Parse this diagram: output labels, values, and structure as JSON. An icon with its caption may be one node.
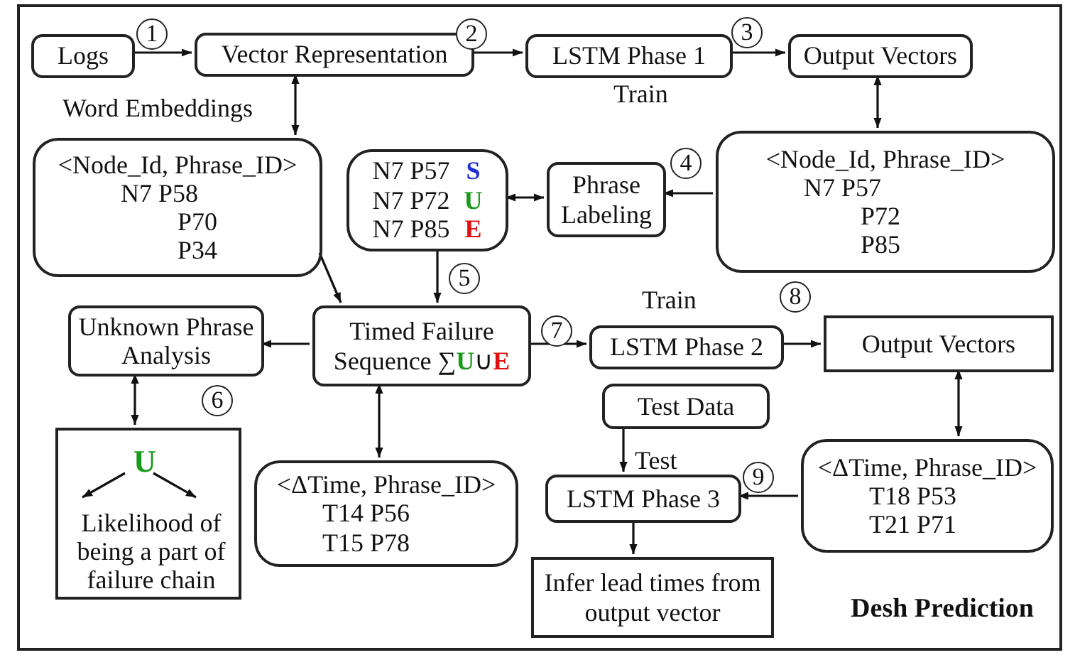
{
  "diagram": {
    "nodes": [
      {
        "text": [
          "Desh Prediction"
        ]
      },
      {
        "text": [
          "Logs"
        ],
        "in": 0
      },
      {
        "text": [
          "Vector Representation"
        ],
        "in": 0
      },
      {
        "text": [
          "LSTM Phase 1"
        ],
        "in": 0
      },
      {
        "text": [
          "Output Vectors"
        ],
        "in": 0
      },
      {
        "text": [
          "<Node_Id, Phrase_ID>",
          "N7 P58",
          "P70",
          "P34"
        ],
        "in": 0
      },
      {
        "text": [
          "N7 P57",
          "S",
          "N7 P72",
          "U",
          "N7 P85",
          "E"
        ],
        "in": 0
      },
      {
        "text": [
          "Phrase Labeling"
        ],
        "in": 0
      },
      {
        "text": [
          "<Node_Id, Phrase_ID>",
          "N7 P57",
          "P72",
          "P85"
        ],
        "in": 0
      },
      {
        "text": [
          "Unknown Phrase Analysis"
        ],
        "in": 0
      },
      {
        "text": [
          "Timed Failure Sequence ∑**U**∪**E**"
        ],
        "in": 0
      },
      {
        "text": [],
        "shape": "box",
        "in": 0
      },
      {
        "text": [
          "U"
        ],
        "in": 11
      },
      {
        "text": [
          "Likelihood of being a part of failure chain"
        ],
        "in": 11
      },
      {
        "text": [
          "<ΔTime, Phrase_ID>",
          "T14 P56",
          "T15 P78"
        ],
        "in": 0
      },
      {
        "text": [
          "LSTM Phase 2"
        ],
        "in": 0
      },
      {
        "text": [
          "Output Vectors"
        ],
        "in": 0
      },
      {
        "text": [
          "Test Data"
        ],
        "in": 0
      },
      {
        "text": [
          "LSTM Phase 3"
        ],
        "in": 0
      },
      {
        "text": [
          "<ΔTime, Phrase_ID>",
          "T18 P53",
          "T21 P71"
        ],
        "in": 0
      },
      {
        "text": [
          "Infer lead times from output vector"
        ],
        "in": 0
      }
    ],
    "edges": [
      {
        "from": 1,
        "to": 2,
        "arrow": "to",
        "label": "1"
      },
      {
        "from": 2,
        "to": 3,
        "arrow": "to",
        "label": "2"
      },
      {
        "from": 3,
        "to": 4,
        "arrow": "to",
        "label": "3"
      },
      {
        "from": 4,
        "to": 8,
        "arrow": "both"
      },
      {
        "from": 8,
        "to": 7,
        "arrow": "to",
        "label": "4"
      },
      {
        "from": 6,
        "to": 7,
        "arrow": "both"
      },
      {
        "from": 2,
        "to": 5,
        "arrow": "both",
        "label": "Word Embeddings"
      },
      {
        "from": 5,
        "to": 10,
        "arrow": "to"
      },
      {
        "from": 6,
        "to": 10,
        "arrow": "to",
        "label": "5"
      },
      {
        "from": 10,
        "to": 9,
        "arrow": "to"
      },
      {
        "from": 9,
        "to": 11,
        "arrow": "both",
        "label": "6"
      },
      {
        "from": 10,
        "to": 14,
        "arrow": "both"
      },
      {
        "from": 10,
        "to": 15,
        "arrow": "to",
        "label": "7"
      },
      {
        "from": 15,
        "to": 16,
        "arrow": "to",
        "label": "8"
      },
      {
        "from": 16,
        "to": 19,
        "arrow": "both"
      },
      {
        "from": 19,
        "to": 18,
        "arrow": "to",
        "label": "9"
      },
      {
        "from": 17,
        "to": 18,
        "arrow": "to",
        "label": "Test"
      },
      {
        "from": 18,
        "to": 20,
        "arrow": "to"
      },
      {
        "from": 12,
        "to": 13,
        "arrow": "to"
      },
      {
        "from": 12,
        "to": 13,
        "arrow": "to"
      }
    ],
    "labels": [
      "Train",
      "Train"
    ]
  }
}
